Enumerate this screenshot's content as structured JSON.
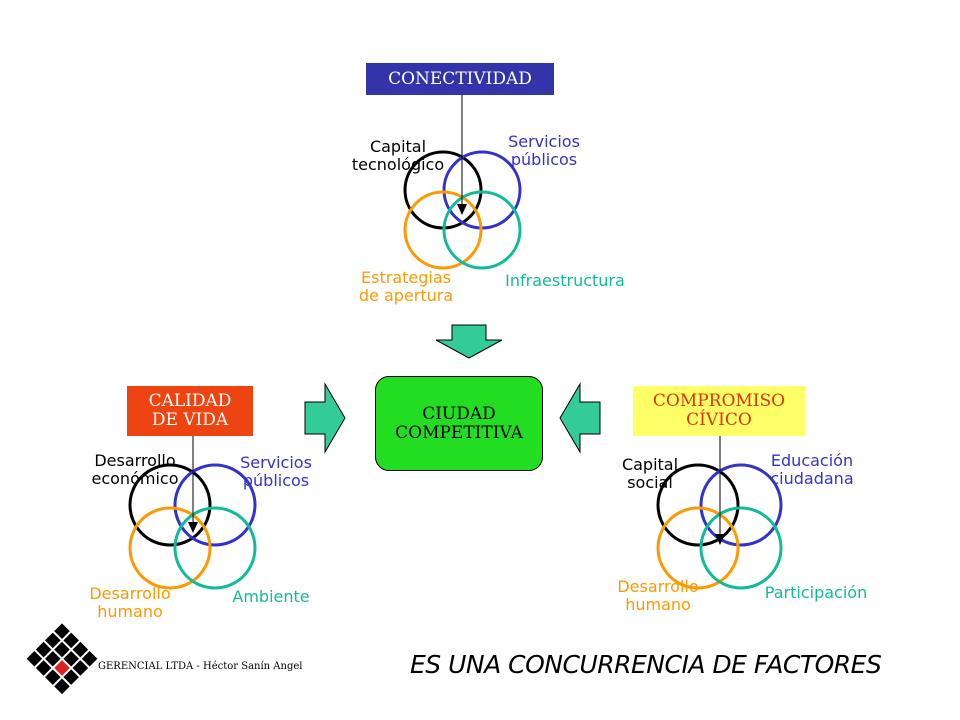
{
  "colors": {
    "conectividad_box": "#3333aa",
    "calidad_box": "#ee4411",
    "compromiso_box": "#ffff66",
    "ciudad_box": "#22dd22",
    "black_circle": "#000000",
    "blue_circle": "#3333cc",
    "orange_circle": "#ff9900",
    "teal_circle": "#11bb99",
    "arrow_fill": "#33cc99"
  },
  "conectividad": {
    "title": "CONECTIVIDAD",
    "capital_line1": "Capital",
    "capital_line2": "tecnológico",
    "servicios_line1": "Servicios",
    "servicios_line2": "públicos",
    "estrategias_line1": "Estrategias",
    "estrategias_line2": "de apertura",
    "infraestructura": "Infraestructura"
  },
  "calidad": {
    "title_line1": "CALIDAD",
    "title_line2": "DE VIDA",
    "desarrollo_eco_line1": "Desarrollo",
    "desarrollo_eco_line2": "económico",
    "servicios_line1": "Servicios",
    "servicios_line2": "públicos",
    "desarrollo_hum_line1": "Desarrollo",
    "desarrollo_hum_line2": "humano",
    "ambiente": "Ambiente"
  },
  "compromiso": {
    "title_line1": "COMPROMISO",
    "title_line2": "CÍVICO",
    "capital_line1": "Capital",
    "capital_line2": "social",
    "educacion_line1": "Educación",
    "educacion_line2": "ciudadana",
    "desarrollo_hum_line1": "Desarrollo",
    "desarrollo_hum_line2": "humano",
    "participacion": "Participación"
  },
  "center": {
    "line1": "CIUDAD",
    "line2": "COMPETITIVA"
  },
  "footer": {
    "credit": "GERENCIAL LTDA - Héctor Sanín Angel",
    "slogan": "ES UNA CONCURRENCIA DE FACTORES"
  }
}
